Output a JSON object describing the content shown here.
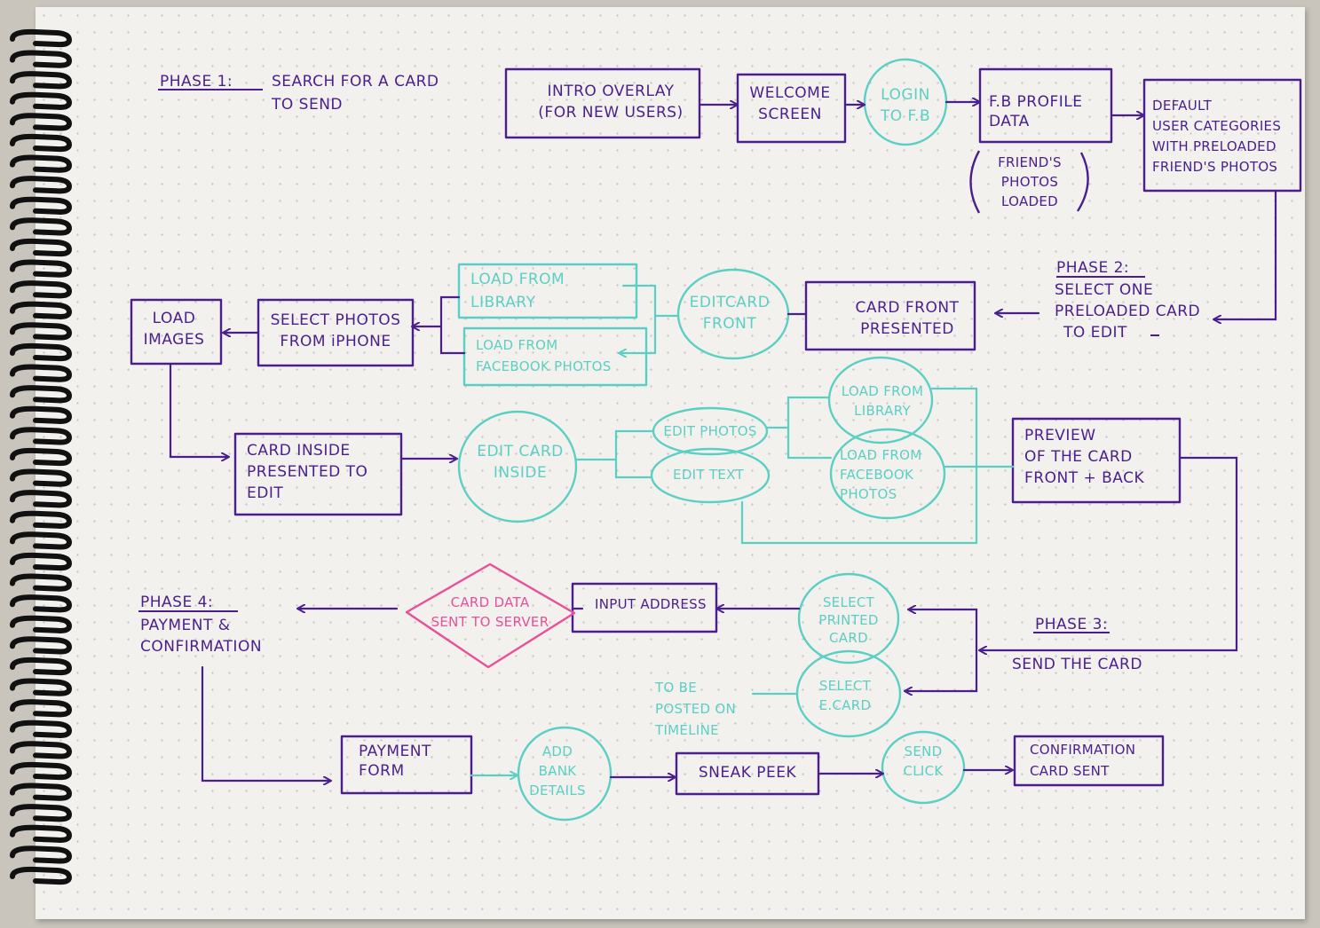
{
  "colors": {
    "purple": "#4a1f8c",
    "teal": "#5ccfc4",
    "pink": "#ea4f9b",
    "paper": "#f2f1ee"
  },
  "phases": {
    "phase1": {
      "label": "PHASE 1:",
      "lines": [
        "SEARCH FOR A CARD",
        "TO SEND"
      ]
    },
    "phase2": {
      "label": "PHASE 2:",
      "lines": [
        "SELECT ONE",
        "PRELOADED CARD",
        "TO EDIT"
      ]
    },
    "phase3": {
      "label": "PHASE 3:",
      "lines": [
        "SEND THE CARD"
      ]
    },
    "phase4": {
      "label": "PHASE 4:",
      "lines": [
        "PAYMENT &",
        "CONFIRMATION"
      ]
    }
  },
  "nodes": {
    "intro_overlay": {
      "lines": [
        "INTRO OVERLAY",
        "(FOR NEW USERS)"
      ]
    },
    "welcome_screen": {
      "lines": [
        "WELCOME",
        "SCREEN"
      ]
    },
    "login_fb": {
      "lines": [
        "LOGIN",
        "TO F.B"
      ]
    },
    "fb_profile": {
      "lines": [
        "F.B PROFILE",
        "DATA"
      ]
    },
    "friends_photos": {
      "lines": [
        "FRIEND'S",
        "PHOTOS",
        "LOADED"
      ]
    },
    "default_categories": {
      "lines": [
        "DEFAULT",
        "USER CATEGORIES",
        "WITH PRELOADED",
        "FRIEND'S PHOTOS"
      ]
    },
    "card_front_presented": {
      "lines": [
        "CARD FRONT",
        "PRESENTED"
      ]
    },
    "edit_card_front": {
      "lines": [
        "EDITCARD",
        "FRONT"
      ]
    },
    "load_library_1": {
      "lines": [
        "LOAD FROM",
        "LIBRARY"
      ]
    },
    "load_facebook_1": {
      "lines": [
        "LOAD FROM",
        "FACEBOOK PHOTOS"
      ]
    },
    "select_photos": {
      "lines": [
        "SELECT PHOTOS",
        "FROM iPHONE"
      ]
    },
    "load_images": {
      "lines": [
        "LOAD",
        "IMAGES"
      ]
    },
    "card_inside": {
      "lines": [
        "CARD INSIDE",
        "PRESENTED TO",
        "EDIT"
      ]
    },
    "edit_card_inside": {
      "lines": [
        "EDIT CARD",
        "INSIDE"
      ]
    },
    "edit_photos": {
      "lines": [
        "EDIT PHOTOS"
      ]
    },
    "edit_text": {
      "lines": [
        "EDIT TEXT"
      ]
    },
    "load_library_2": {
      "lines": [
        "LOAD FROM",
        "LIBRARY"
      ]
    },
    "load_facebook_2": {
      "lines": [
        "LOAD FROM",
        "FACEBOOK",
        "PHOTOS"
      ]
    },
    "preview": {
      "lines": [
        "PREVIEW",
        "OF THE CARD",
        "FRONT + BACK"
      ]
    },
    "select_printed": {
      "lines": [
        "SELECT",
        "PRINTED",
        "CARD"
      ]
    },
    "select_ecard": {
      "lines": [
        "SELECT",
        "E.CARD"
      ]
    },
    "timeline_note": {
      "lines": [
        "TO BE",
        "POSTED ON",
        "TIMELINE"
      ]
    },
    "input_address": {
      "lines": [
        "INPUT ADDRESS"
      ]
    },
    "card_data_sent": {
      "lines": [
        "CARD DATA",
        "SENT TO SERVER"
      ]
    },
    "payment_form": {
      "lines": [
        "PAYMENT",
        "FORM"
      ]
    },
    "add_bank": {
      "lines": [
        "ADD",
        "BANK",
        "DETAILS"
      ]
    },
    "sneak_peek": {
      "lines": [
        "SNEAK PEEK"
      ]
    },
    "send_click": {
      "lines": [
        "SEND",
        "CLICK"
      ]
    },
    "confirmation": {
      "lines": [
        "CONFIRMATION",
        "CARD SENT"
      ]
    }
  }
}
